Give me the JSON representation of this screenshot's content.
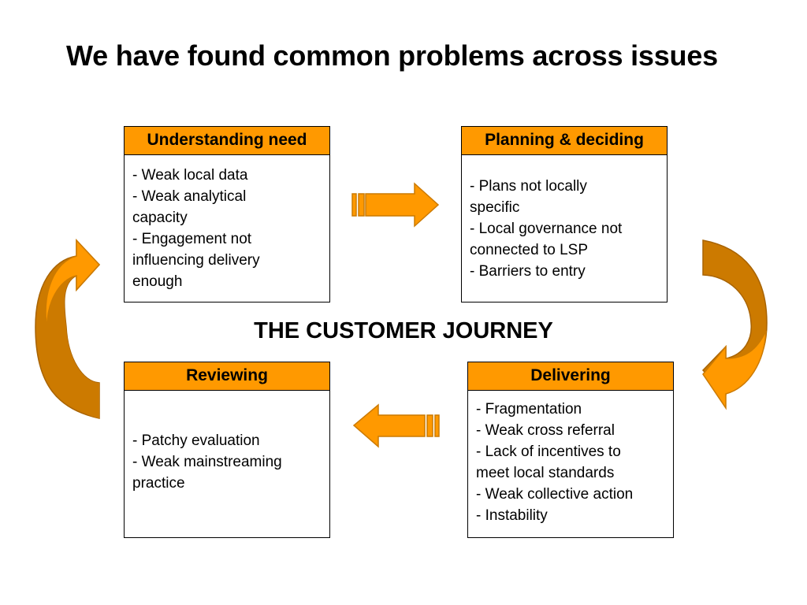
{
  "title": "We have found common problems across issues",
  "center_label": "THE CUSTOMER JOURNEY",
  "colors": {
    "accent": "#ff9900",
    "arrow_dark": "#cc7a00",
    "border": "#000000"
  },
  "stages": {
    "understanding": {
      "header": "Understanding need",
      "items": [
        "- Weak local data",
        "- Weak analytical",
        "capacity",
        "- Engagement not",
        "influencing delivery",
        "enough"
      ]
    },
    "planning": {
      "header": "Planning & deciding",
      "items": [
        "- Plans not locally",
        "specific",
        "- Local governance not",
        "connected to LSP",
        "- Barriers to entry"
      ]
    },
    "reviewing": {
      "header": "Reviewing",
      "items": [
        "- Patchy evaluation",
        "- Weak mainstreaming",
        "practice"
      ]
    },
    "delivering": {
      "header": "Delivering",
      "items": [
        "- Fragmentation",
        "- Weak cross referral",
        "- Lack of incentives to",
        "meet local standards",
        "- Weak collective action",
        "- Instability"
      ]
    }
  },
  "arrows": [
    {
      "name": "right-arrow-icon",
      "from": "Understanding need",
      "to": "Planning & deciding"
    },
    {
      "name": "curved-down-arrow-icon",
      "from": "Planning & deciding",
      "to": "Delivering"
    },
    {
      "name": "left-arrow-icon",
      "from": "Delivering",
      "to": "Reviewing"
    },
    {
      "name": "curved-up-arrow-icon",
      "from": "Reviewing",
      "to": "Understanding need"
    }
  ]
}
